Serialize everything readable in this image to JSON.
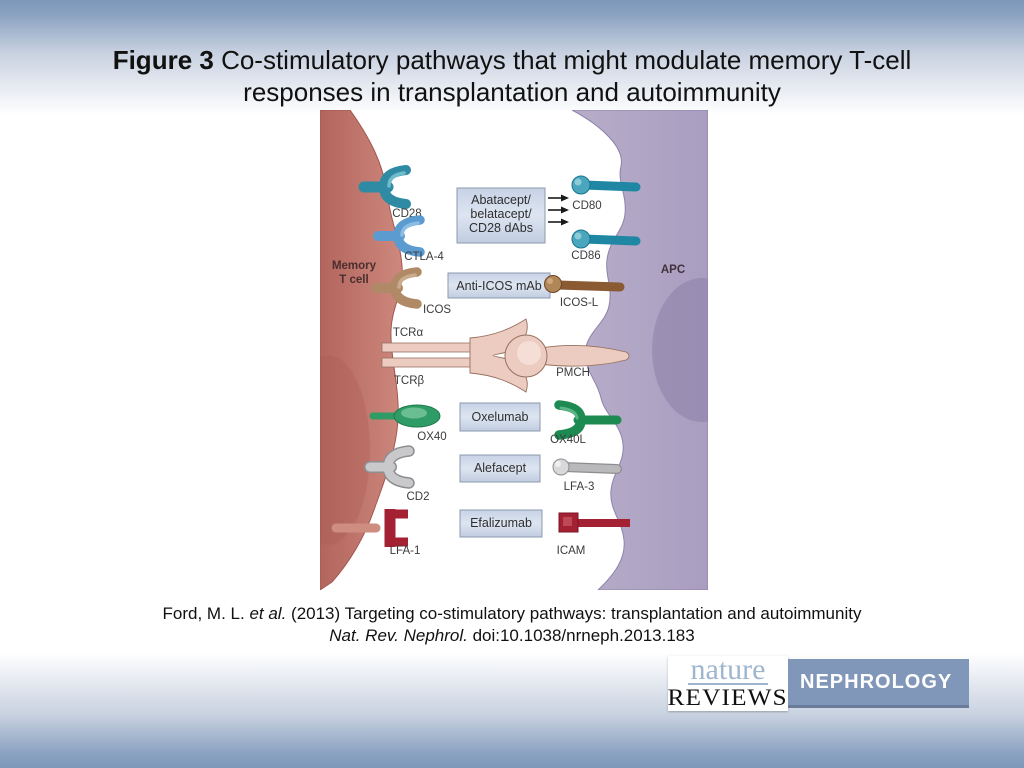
{
  "slide": {
    "title_bold": "Figure 3",
    "title_rest": " Co-stimulatory pathways that might modulate memory T-cell",
    "title_line2": "responses in transplantation and autoimmunity"
  },
  "figure": {
    "left_cell": {
      "line1": "Memory",
      "line2": "T cell"
    },
    "right_cell": "APC",
    "receptor_labels": {
      "cd28": "CD28",
      "ctla4": "CTLA-4",
      "icos": "ICOS",
      "tcr_alpha": "TCRα",
      "tcr_beta": "TCRβ",
      "ox40": "OX40",
      "cd2": "CD2",
      "lfa1": "LFA-1"
    },
    "ligand_labels": {
      "cd80": "CD80",
      "cd86": "CD86",
      "icosl": "ICOS-L",
      "pmch": "PMCH",
      "ox40l": "OX40L",
      "lfa3": "LFA-3",
      "icam": "ICAM"
    },
    "inhibitor_boxes": {
      "cd28_pathway_lines": [
        "Abatacept/",
        "belatacept/",
        "CD28 dAbs"
      ],
      "icos_pathway": "Anti-ICOS mAb",
      "ox40_pathway": "Oxelumab",
      "cd2_pathway": "Alefacept",
      "lfa1_pathway": "Efalizumab"
    }
  },
  "citation": {
    "line1_pre": "Ford, M. L. ",
    "line1_italic": "et al.",
    "line1_post": " (2013) Targeting co-stimulatory pathways: transplantation and autoimmunity",
    "line2_italic": "Nat. Rev. Nephrol.",
    "line2_post": " doi:10.1038/nrneph.2013.183"
  },
  "logo": {
    "brand_top": "nature",
    "brand_bottom": "REVIEWS",
    "journal": "NEPHROLOGY"
  },
  "colors": {
    "background_edge": "#8ba3c2",
    "background_mid": "#ffffff",
    "memory_cell": "#c0766c",
    "apc_cell": "#aca1c3",
    "inhibitor_box": "#ccd7e9",
    "logo_panel": "#8197ba",
    "nature_brand": "#9eb6cf"
  }
}
